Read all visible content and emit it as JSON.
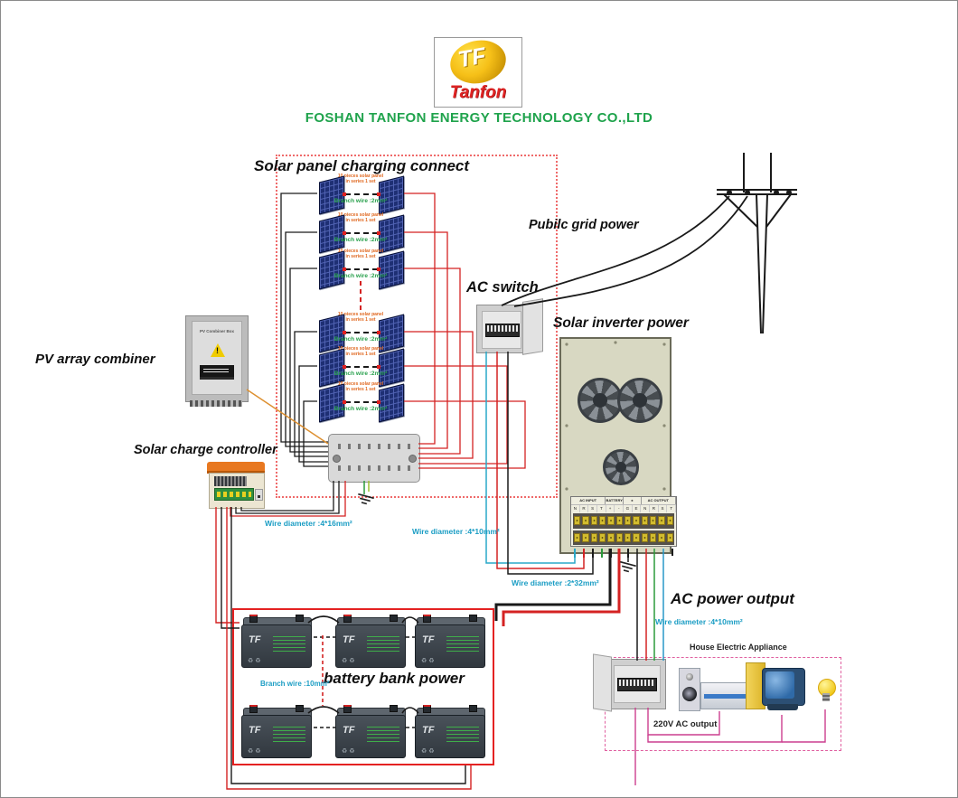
{
  "company": "FOSHAN TANFON ENERGY TECHNOLOGY CO.,LTD",
  "logo": {
    "tf": "TF",
    "name": "Tanfon"
  },
  "panels": {
    "title": "Solar panel charging connect",
    "group_line1": "10 pieces solar panel",
    "group_line2": "in series 1 set",
    "branch_wire": "Branch wire :2mm²"
  },
  "combiner": {
    "label": "PV array combiner",
    "box_title": "PV Combiner Box"
  },
  "controller": {
    "label": "Solar charge controller"
  },
  "grid": {
    "label": "Pubilc grid power"
  },
  "ac_switch": {
    "label": "AC switch"
  },
  "inverter": {
    "label": "Solar inverter power",
    "terminal_groups": [
      "AC INPUT",
      "BATTERY",
      "±",
      "AC OUTPUT"
    ],
    "terminal_pins": [
      "N",
      "R",
      "S",
      "T",
      "+",
      "-",
      "G",
      "E",
      "N",
      "R",
      "S",
      "T"
    ]
  },
  "battery": {
    "title": "battery bank power",
    "brand": "TF"
  },
  "ac_output": {
    "label": "AC power output"
  },
  "house": {
    "label": "House Electric Appliance",
    "output_label": "220V AC output"
  },
  "wire_labels": {
    "pv_to_controller": "Wire diameter :4*16mm²",
    "grid_to_inverter": "Wire diameter :4*10mm²",
    "battery_to_inverter": "Wire diameter :2*32mm²",
    "inverter_to_house": "Wire diameter :4*10mm²",
    "battery_branch": "Branch wire :10mm²"
  },
  "colors": {
    "brand_green": "#1fa34c",
    "logo_red": "#e02424",
    "wire_label_blue": "#1b9dc4",
    "panel_blue": "#1e2f74",
    "dc_wire_red": "#d42222",
    "house_wire_pink": "#cc3f8f",
    "inverter_beige": "#d8d8c2"
  }
}
